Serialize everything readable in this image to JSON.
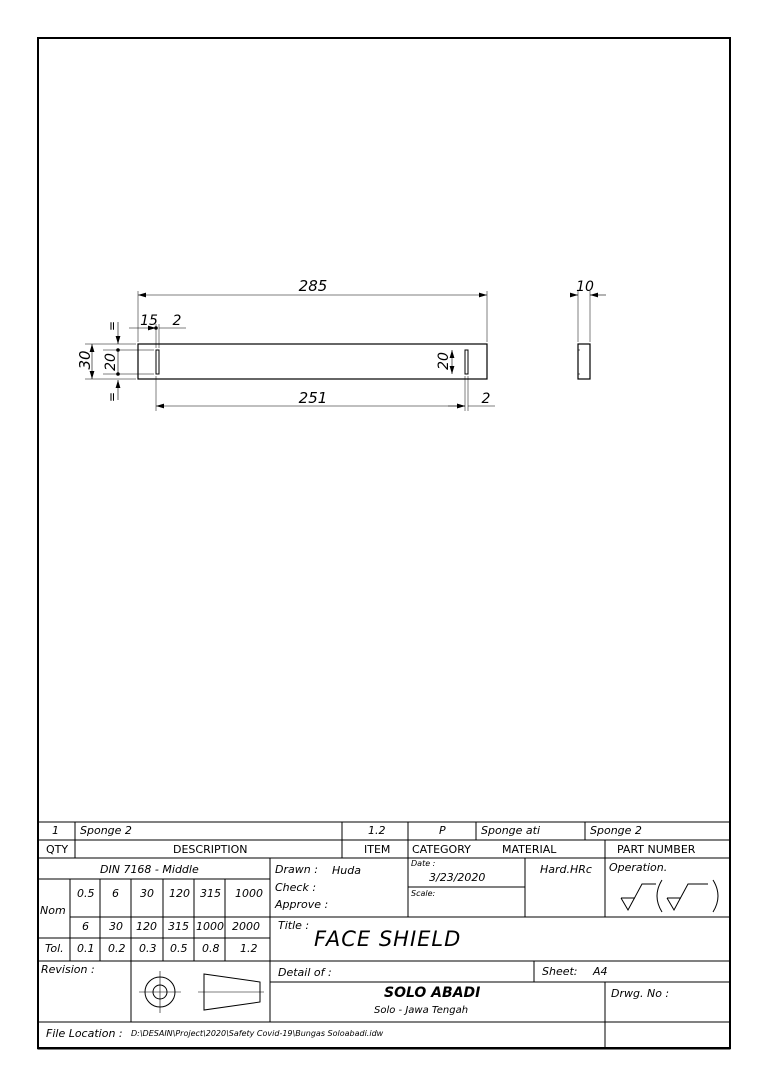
{
  "dimensions": {
    "length_total": "285",
    "length_inner": "251",
    "offset_left": "15",
    "slot_width_left": "2",
    "slot_width_right": "2",
    "height_total": "30",
    "height_slot_left": "20",
    "height_slot_right": "20",
    "equal_mark": "=",
    "side_thickness": "10"
  },
  "parts_list": {
    "row": {
      "qty": "1",
      "description": "Sponge 2",
      "item": "1.2",
      "category": "P",
      "material": "Sponge ati",
      "part_number": "Sponge 2"
    },
    "header": {
      "qty": "QTY",
      "description": "DESCRIPTION",
      "item": "ITEM",
      "category": "CATEGORY",
      "material": "MATERIAL",
      "part_number": "PART NUMBER"
    }
  },
  "tolerance": {
    "standard": "DIN 7168 - Middle",
    "nom_label": "Nom",
    "tol_label": "Tol.",
    "nom_from": [
      "0.5",
      "6",
      "30",
      "120",
      "315",
      "1000"
    ],
    "nom_to": [
      "6",
      "30",
      "120",
      "315",
      "1000",
      "2000"
    ],
    "tol_values": [
      "0.1",
      "0.2",
      "0.3",
      "0.5",
      "0.8",
      "1.2"
    ]
  },
  "signoff": {
    "drawn_label": "Drawn :",
    "drawn_by": "Huda",
    "check_label": "Check :",
    "approve_label": "Approve :",
    "date_label": "Date :",
    "date": "3/23/2020",
    "scale_label": "Scale:",
    "hardness": "Hard.HRc",
    "operation_label": "Operation."
  },
  "title_label": "Title :",
  "title": "FACE SHIELD",
  "revision_label": "Revision :",
  "detail_label": "Detail of :",
  "sheet_label": "Sheet:",
  "sheet_value": "A4",
  "company": "SOLO ABADI",
  "company_location": "Solo - Jawa Tengah",
  "drawing_no_label": "Drwg. No :",
  "file_location_label": "File Location :",
  "file_location": "D:\\DESAIN\\Project\\2020\\Safety Covid-19\\Bungas Soloabadi.idw"
}
